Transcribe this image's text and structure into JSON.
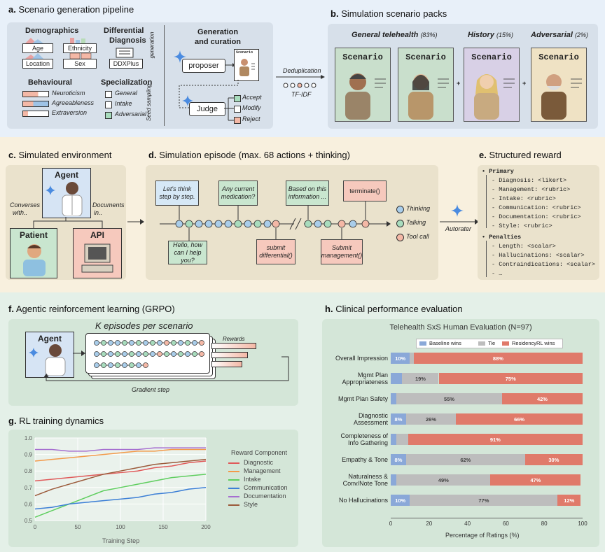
{
  "sections": {
    "a": {
      "letter": "a.",
      "title": "Scenario generation pipeline"
    },
    "b": {
      "letter": "b.",
      "title": "Simulation scenario packs"
    },
    "c": {
      "letter": "c.",
      "title": "Simulated environment"
    },
    "d": {
      "letter": "d.",
      "title": "Simulation episode (max. 68 actions + thinking)"
    },
    "e": {
      "letter": "e.",
      "title": "Structured reward"
    },
    "f": {
      "letter": "f.",
      "title": "Agentic reinforcement learning (GRPO)"
    },
    "g": {
      "letter": "g.",
      "title": "RL training dynamics"
    },
    "h": {
      "letter": "h.",
      "title": "Clinical performance evaluation"
    }
  },
  "panel_a": {
    "demographics": "Demographics",
    "demo_items": [
      "Age",
      "Ethnicity",
      "Location",
      "Sex"
    ],
    "differential": "Differential",
    "diagnosis": "Diagnosis",
    "ddx": "DDXPlus",
    "behavioural": "Behavioural",
    "behav_items": [
      "Neuroticism",
      "Agreeableness",
      "Extraversion"
    ],
    "specialization": "Specialization",
    "spec_items": [
      "General",
      "Intake",
      "Adversarial"
    ],
    "generation_vert": "generation",
    "seed_vert": "Seed sampling",
    "gen_title_1": "Generation",
    "gen_title_2": "and curation",
    "proposer": "proposer",
    "scenario_doc": "Scenario",
    "judge": "Judge",
    "judge_out": [
      "Accept",
      "Modify",
      "Reject"
    ],
    "dedup": "Deduplication",
    "tfidf": "TF-IDF"
  },
  "panel_b": {
    "general": "General telehealth",
    "general_pct": "(83%)",
    "history": "History",
    "history_pct": "(15%)",
    "adversarial": "Adversarial",
    "adversarial_pct": "(2%)",
    "card_label": "Scenario",
    "plus": "+"
  },
  "panel_c": {
    "agent": "Agent",
    "patient": "Patient",
    "api": "API",
    "converses_1": "Converses",
    "converses_2": "with..",
    "documents_1": "Documents",
    "documents_2": "in.."
  },
  "panel_d": {
    "b1": "Let's think step by step.",
    "b2": "Any current medication?",
    "b3": "Based on this information ...",
    "b4": "terminate()",
    "b5": "Hello, how can I help you?",
    "b6": "submit differential()",
    "b7": "Submit management()",
    "legend": [
      "Thinking",
      "Talking",
      "Tool call"
    ],
    "autorater": "Autorater"
  },
  "panel_e": {
    "primary": "Primary",
    "primary_items": [
      "- Diagnosis: <likert>",
      "- Management: <rubric>",
      "- Intake: <rubric>",
      "- Communication: <rubric>",
      "- Documentation: <rubric>",
      "- Style: <rubric>"
    ],
    "penalties": "Penalties",
    "penalty_items": [
      "- Length: <scalar>",
      "- Hallucinations: <scalar>",
      "- Contraindications: <scalar>",
      "- …"
    ]
  },
  "panel_f": {
    "agent": "Agent",
    "k_title": "K episodes per scenario",
    "rewards": "Rewards",
    "gradient": "Gradient step"
  },
  "colors": {
    "blue_bg": "#e6eef8",
    "beige_bg": "#f7eedc",
    "green_bg": "#e3efe7",
    "thinking": "#a9cdea",
    "talking": "#a8dcbd",
    "tool": "#f4b8a6",
    "baseline": "#8aa8d8",
    "tie": "#bdbdbd",
    "residency": "#e07a6a"
  },
  "chart_data": [
    {
      "type": "line",
      "title": "",
      "xlabel": "Training Step",
      "ylabel": "",
      "xlim": [
        0,
        200
      ],
      "ylim": [
        0.5,
        1.0
      ],
      "xticks": [
        0,
        50,
        100,
        150,
        200
      ],
      "yticks": [
        0.5,
        0.6,
        0.7,
        0.8,
        0.9,
        1.0
      ],
      "legend_title": "Reward Component",
      "series": [
        {
          "name": "Diagnostic",
          "color": "#e05a5a",
          "x": [
            0,
            20,
            40,
            60,
            80,
            100,
            120,
            140,
            160,
            180,
            200
          ],
          "y": [
            0.74,
            0.75,
            0.76,
            0.77,
            0.78,
            0.79,
            0.8,
            0.82,
            0.83,
            0.85,
            0.86
          ]
        },
        {
          "name": "Management",
          "color": "#f39a4a",
          "x": [
            0,
            20,
            40,
            60,
            80,
            100,
            120,
            140,
            160,
            180,
            200
          ],
          "y": [
            0.86,
            0.87,
            0.88,
            0.89,
            0.9,
            0.91,
            0.92,
            0.92,
            0.93,
            0.93,
            0.93
          ]
        },
        {
          "name": "Intake",
          "color": "#5fce5f",
          "x": [
            0,
            20,
            40,
            60,
            80,
            100,
            120,
            140,
            160,
            180,
            200
          ],
          "y": [
            0.52,
            0.56,
            0.6,
            0.64,
            0.68,
            0.7,
            0.72,
            0.74,
            0.76,
            0.77,
            0.78
          ]
        },
        {
          "name": "Communication",
          "color": "#3c7fd6",
          "x": [
            0,
            20,
            40,
            60,
            80,
            100,
            120,
            140,
            160,
            180,
            200
          ],
          "y": [
            0.57,
            0.58,
            0.6,
            0.61,
            0.62,
            0.63,
            0.64,
            0.66,
            0.67,
            0.69,
            0.7
          ]
        },
        {
          "name": "Documentation",
          "color": "#a66fd0",
          "x": [
            0,
            20,
            40,
            60,
            80,
            100,
            120,
            140,
            160,
            180,
            200
          ],
          "y": [
            0.93,
            0.93,
            0.92,
            0.92,
            0.93,
            0.93,
            0.93,
            0.94,
            0.94,
            0.94,
            0.94
          ]
        },
        {
          "name": "Style",
          "color": "#9b5a3a",
          "x": [
            0,
            20,
            40,
            60,
            80,
            100,
            120,
            140,
            160,
            180,
            200
          ],
          "y": [
            0.65,
            0.69,
            0.72,
            0.75,
            0.78,
            0.8,
            0.82,
            0.84,
            0.85,
            0.86,
            0.87
          ]
        }
      ]
    },
    {
      "type": "bar",
      "orientation": "horizontal-stacked",
      "title": "Telehealth SxS Human Evaluation (N=97)",
      "xlabel": "Percentage of Ratings (%)",
      "xlim": [
        0,
        100
      ],
      "xticks": [
        0,
        20,
        40,
        60,
        80,
        100
      ],
      "legend_position": "top",
      "categories": [
        "Overall Impression",
        "Mgmt Plan Appropriateness",
        "Mgmt Plan Safety",
        "Diagnostic Assessment",
        "Completeness of Info Gathering",
        "Empathy & Tone",
        "Naturalness & Conv/Note Tone",
        "No Hallucinations"
      ],
      "category_lines": [
        [
          "Overall Impression"
        ],
        [
          "Mgmt Plan",
          "Appropriateness"
        ],
        [
          "Mgmt Plan Safety"
        ],
        [
          "Diagnostic",
          "Assessment"
        ],
        [
          "Completeness of",
          "Info Gathering"
        ],
        [
          "Empathy & Tone"
        ],
        [
          "Naturalness &",
          "Conv/Note Tone"
        ],
        [
          "No Hallucinations"
        ]
      ],
      "series": [
        {
          "name": "Baseline wins",
          "values": [
            10,
            6,
            3,
            8,
            3,
            8,
            3,
            10
          ],
          "labels": [
            "10%",
            "",
            "",
            "8%",
            "",
            "8%",
            "",
            "10%"
          ]
        },
        {
          "name": "Tie",
          "values": [
            2,
            19,
            55,
            26,
            6,
            62,
            49,
            77
          ],
          "labels": [
            "",
            "19%",
            "55%",
            "26%",
            "",
            "62%",
            "49%",
            "77%"
          ]
        },
        {
          "name": "ResidencyRL wins",
          "values": [
            88,
            75,
            42,
            66,
            91,
            30,
            47,
            12
          ],
          "labels": [
            "88%",
            "75%",
            "42%",
            "66%",
            "91%",
            "30%",
            "47%",
            "12%"
          ]
        }
      ]
    }
  ]
}
